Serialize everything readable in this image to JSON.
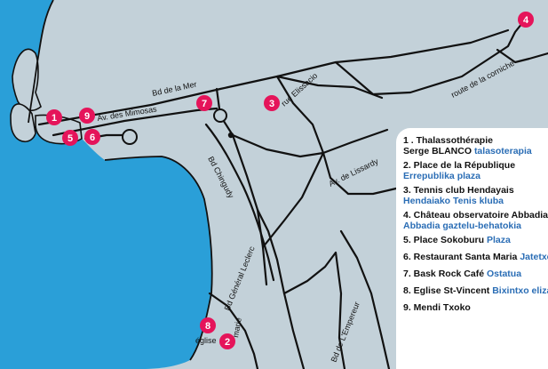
{
  "colors": {
    "land": "#c3d1d9",
    "water": "#2a9fd8",
    "road": "#111111",
    "marker": "#e5145a",
    "legend_basque_text": "#2a6db5",
    "legend_bg": "#ffffff"
  },
  "roads": {
    "bd_de_la_mer": "Bd de la Mer",
    "av_des_mimosas": "Av. des Mimosas",
    "rue_elissacio": "rue Elissacio",
    "route_de_la_corniche": "route de la corniche",
    "bd_chingudy": "Bd Chingudy",
    "av_de_lissardy": "Av. de Lissardy",
    "bd_general_leclerc": "Bd Général Leclerc",
    "bd_de_l_empereur": "Bd de L'Empereur",
    "marie": "marie"
  },
  "markers": {
    "m1": "1",
    "m2": "2",
    "m3": "3",
    "m4": "4",
    "m5": "5",
    "m6": "6",
    "m7": "7",
    "m8": "8",
    "m9": "9",
    "eglise_label": "église"
  },
  "legend": {
    "items": [
      {
        "name": "1 . Thalassothérapie",
        "name_line2": "Serge BLANCO",
        "basque": "talasoterapia"
      },
      {
        "name": "2. Place de la République",
        "basque_line2": "Errepublika plaza"
      },
      {
        "name": "3. Tennis club Hendayais",
        "basque_line2": "Hendaiako Tenis kluba"
      },
      {
        "name": "4. Château observatoire Abbadia",
        "basque_line2": "Abbadia gaztelu-behatokia"
      },
      {
        "name": "5. Place Sokoburu",
        "basque": "Plaza"
      },
      {
        "name": "6. Restaurant Santa Maria",
        "basque": "Jatetxea"
      },
      {
        "name": "7. Bask Rock Café",
        "basque": "Ostatua"
      },
      {
        "name": "8. Eglise St-Vincent",
        "basque": "Bixintxo eliza"
      },
      {
        "name": "9. Mendi Txoko"
      }
    ]
  }
}
